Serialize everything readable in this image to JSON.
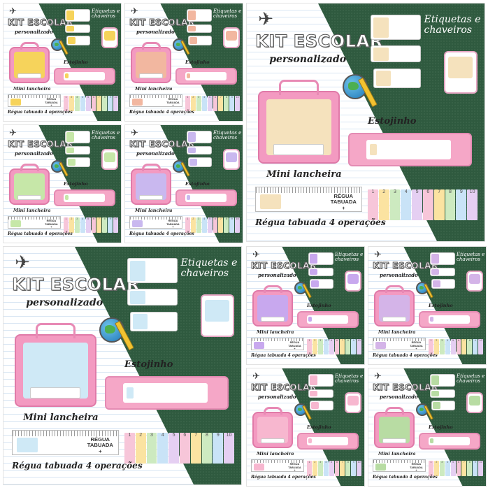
{
  "product": {
    "title_kit": "KIT ESCOLAR",
    "title_personalizado": "personalizado",
    "label_etiquetas": "Etiquetas e chaveiros",
    "label_etiquetas_line1": "Etiquetas e",
    "label_etiquetas_line2": "chaveiros",
    "label_estojinho": "Estojinho",
    "label_mini_lancheira": "Mini lancheira",
    "label_regua": "Régua tabuada 4 operações",
    "ruler_text_line1": "RÉGUA",
    "ruler_text_line2": "TABUADA",
    "ruler_plus": "+",
    "tabuada_numbers": [
      "1",
      "2",
      "3",
      "4",
      "5",
      "6",
      "7",
      "8",
      "9",
      "10"
    ]
  },
  "themes": [
    {
      "id": "sunflower-bee",
      "icon": "sunflower-icon",
      "art": "#f6d35b",
      "accent": "#7cc47c"
    },
    {
      "id": "photo-girl",
      "icon": "photo-portrait-icon",
      "art": "#f2b7a0",
      "accent": "#f7a8c9"
    },
    {
      "id": "jesus-kids",
      "icon": "jesus-child-icon",
      "art": "#c6e7a8",
      "accent": "#f5a7c7"
    },
    {
      "id": "unicorn-rainbow",
      "icon": "unicorn-icon",
      "art": "#c9b8ef",
      "accent": "#7fd1e8"
    },
    {
      "id": "bear-rainbow",
      "icon": "bear-rainbow-icon",
      "art": "#f5e2bd",
      "accent": "#bfe3f6"
    },
    {
      "id": "safari-animals",
      "icon": "safari-animals-icon",
      "art": "#cfe9f6",
      "accent": "#f5d37a"
    },
    {
      "id": "unicorn-purple",
      "icon": "unicorn-icon",
      "art": "#c8a8ee",
      "accent": "#ffd1ec"
    },
    {
      "id": "purple-bear",
      "icon": "purple-bear-icon",
      "art": "#d4b4e8",
      "accent": "#e2c6f3"
    },
    {
      "id": "daisy-flowers",
      "icon": "daisy-icon",
      "art": "#f7b7cf",
      "accent": "#fff2f7"
    },
    {
      "id": "cactus",
      "icon": "cactus-icon",
      "art": "#b8dca3",
      "accent": "#f2c6d8"
    }
  ],
  "colors": {
    "chalkboard": "#2f5a3f",
    "pink_main": "#f39ac1",
    "pink_border": "#e07aa8",
    "paper_line": "#d9e6f3"
  }
}
